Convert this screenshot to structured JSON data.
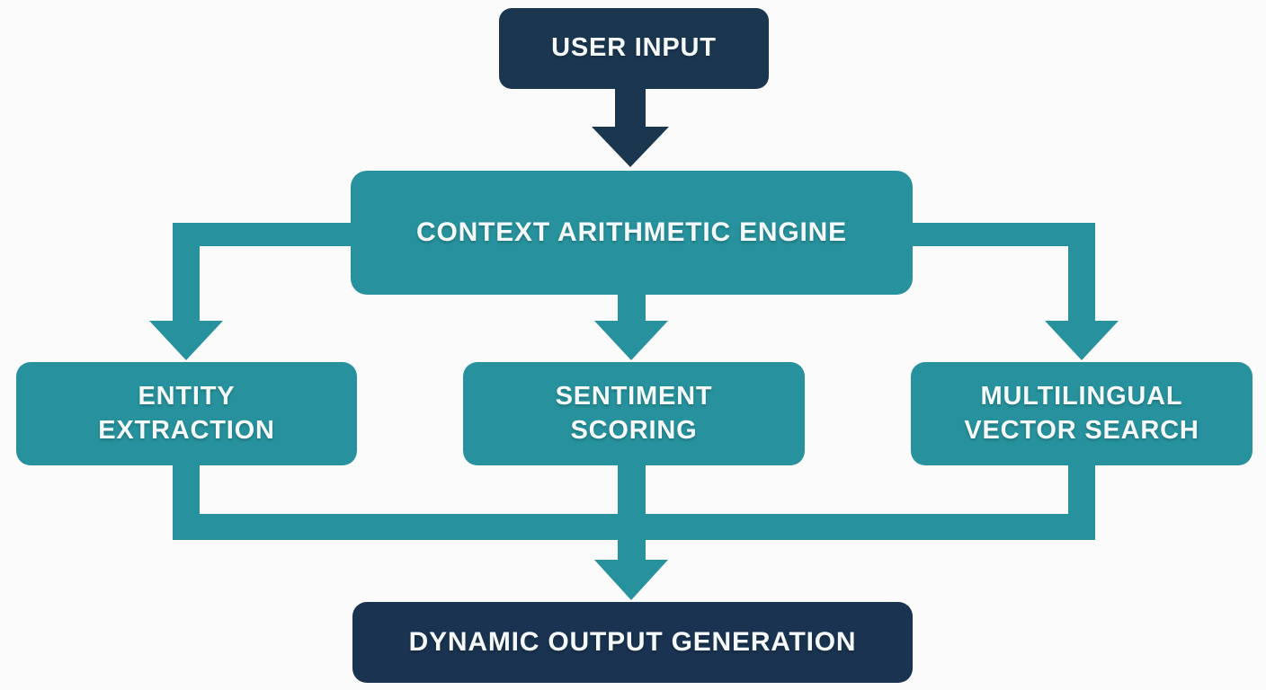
{
  "diagram": {
    "title": "flowchart",
    "background": "#fbfbfb",
    "colors": {
      "background": "#fbfbfb",
      "teal": "#27929d",
      "navy": "#1b3750",
      "navy_dark": "#1a3350",
      "text": "#f5f9fa"
    },
    "nodes": {
      "user_input": {
        "label": "USER INPUT"
      },
      "context_engine": {
        "label": "CONTEXT ARITHMETIC ENGINE"
      },
      "entity_extraction": {
        "lines": [
          "ENTITY",
          "EXTRACTION"
        ]
      },
      "sentiment_scoring": {
        "lines": [
          "SENTIMENT",
          "SCORING"
        ]
      },
      "multilingual_vector_search": {
        "lines": [
          "MULTILINGUAL",
          "VECTOR SEARCH"
        ]
      },
      "dynamic_output": {
        "label": "DYNAMIC OUTPUT GENERATION"
      }
    },
    "edges": [
      {
        "from": "user_input",
        "to": "context_engine"
      },
      {
        "from": "context_engine",
        "to": "entity_extraction"
      },
      {
        "from": "context_engine",
        "to": "sentiment_scoring"
      },
      {
        "from": "context_engine",
        "to": "multilingual_vector_search"
      },
      {
        "from": "entity_extraction",
        "to": "dynamic_output"
      },
      {
        "from": "sentiment_scoring",
        "to": "dynamic_output"
      },
      {
        "from": "multilingual_vector_search",
        "to": "dynamic_output"
      }
    ]
  }
}
